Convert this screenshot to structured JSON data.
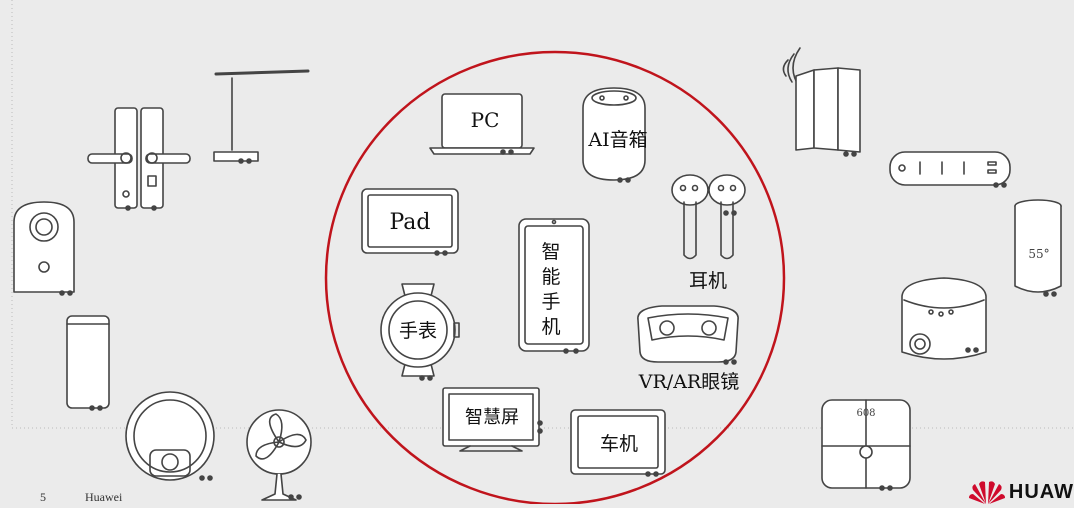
{
  "devices": {
    "pc": "PC",
    "ai_speaker": "AI音箱",
    "pad": "Pad",
    "phone_lines": [
      "智",
      "能",
      "手",
      "机"
    ],
    "earphones": "耳机",
    "watch": "手表",
    "vr_ar": "VR/AR眼镜",
    "smart_screen": "智慧屏",
    "car": "车机"
  },
  "peripherals": {
    "thermos_display": "55°",
    "scale_display": "608"
  },
  "footer": {
    "page_number": "5",
    "company": "Huawei",
    "logo_text": "HUAW"
  },
  "colors": {
    "circle": "#c0141c",
    "line": "#444444",
    "background": "#ebebeb",
    "logo_red": "#cf0a2c"
  }
}
